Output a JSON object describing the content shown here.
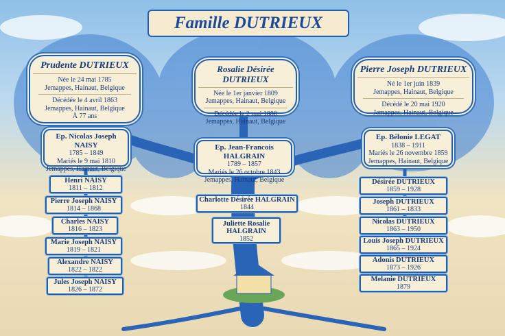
{
  "title": "Famille DUTRIEUX",
  "colors": {
    "accent": "#1f5fb0",
    "card": "#f8efd8",
    "text": "#173a7a"
  },
  "left": {
    "name": "Prudente DUTRIEUX",
    "birth": "Née le 24 mai 1785",
    "birth_place": "Jemappes, Hainaut, Belgique",
    "death": "Décédée le 4 avril 1863",
    "death_place": "Jemappes, Hainaut, Belgique",
    "age": "À 77 ans",
    "spouse": {
      "name": "Ep. Nicolas Joseph NAISY",
      "dates": "1785 – 1849",
      "marriage": "Mariés le 9 mai 1810",
      "place": "Jemappes, Hainaut, Belgique"
    },
    "children": [
      {
        "name": "Henri NAISY",
        "dates": "1811 – 1812"
      },
      {
        "name": "Pierre Joseph NAISY",
        "dates": "1814 – 1868"
      },
      {
        "name": "Charles NAISY",
        "dates": "1816 – 1823"
      },
      {
        "name": "Marie Joseph NAISY",
        "dates": "1819 – 1821"
      },
      {
        "name": "Alexandre NAISY",
        "dates": "1822 – 1822"
      },
      {
        "name": "Jules Joseph NAISY",
        "dates": "1826 – 1872"
      }
    ]
  },
  "center": {
    "name": "Rosalie Désirée DUTRIEUX",
    "birth": "Née le 1er janvier 1809",
    "birth_place": "Jemappes, Hainaut, Belgique",
    "death": "Décédée le 2 mai 1888",
    "death_place": "Jemappes, Hainaut, Belgique",
    "spouse": {
      "name": "Ep. Jean-Francois HALGRAIN",
      "dates": "1789 – 1857",
      "marriage": "Mariés le 26 octobre 1843",
      "place": "Jemappes, Hainaut, Belgique"
    },
    "children": [
      {
        "name": "Charlotte Désirée HALGRAIN",
        "dates": "1844"
      },
      {
        "name": "Juliette Rosalie HALGRAIN",
        "dates": "1852"
      }
    ]
  },
  "right": {
    "name": "Pierre Joseph DUTRIEUX",
    "birth": "Né le 1er juin 1839",
    "birth_place": "Jemappes, Hainaut, Belgique",
    "death": "Décédé le 20 mai 1920",
    "death_place": "Jemappes, Hainaut, Belgique",
    "spouse": {
      "name": "Ep. Bélonie LEGAT",
      "dates": "1838 – 1911",
      "marriage": "Mariés le 26 novembre 1859",
      "place": "Jemappes, Hainaut, Belgique"
    },
    "children": [
      {
        "name": "Désirée DUTRIEUX",
        "dates": "1859 – 1928"
      },
      {
        "name": "Joseph DUTRIEUX",
        "dates": "1861 – 1833"
      },
      {
        "name": "Nicolas DUTRIEUX",
        "dates": "1863 – 1950"
      },
      {
        "name": "Louis Joseph DUTRIEUX",
        "dates": "1865 – 1924"
      },
      {
        "name": "Adonis DUTRIEUX",
        "dates": "1873 – 1926"
      },
      {
        "name": "Melanie DUTRIEUX",
        "dates": "1879"
      }
    ]
  }
}
